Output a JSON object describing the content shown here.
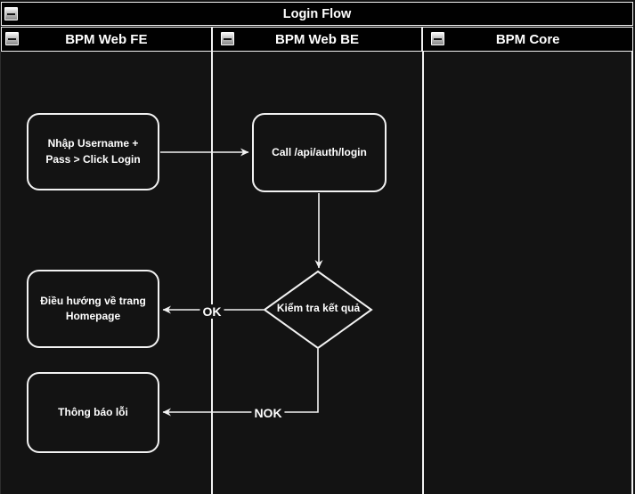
{
  "pool": {
    "title": "Login Flow",
    "collapse_icon": "minus",
    "lanes": [
      {
        "label": "BPM Web FE"
      },
      {
        "label": "BPM Web BE"
      },
      {
        "label": "BPM Core"
      }
    ]
  },
  "nodes": [
    {
      "id": "start",
      "lane": "BPM Web FE",
      "shape": "rounded-rect",
      "label": "Nhập Username + Pass > Click Login"
    },
    {
      "id": "call-api",
      "lane": "BPM Web BE",
      "shape": "rounded-rect",
      "label": "Call /api/auth/login"
    },
    {
      "id": "check",
      "lane": "BPM Web BE",
      "shape": "diamond",
      "label": "Kiểm tra kết quả"
    },
    {
      "id": "homepage",
      "lane": "BPM Web FE",
      "shape": "rounded-rect",
      "label": "Điều hướng về trang Homepage"
    },
    {
      "id": "error",
      "lane": "BPM Web FE",
      "shape": "rounded-rect",
      "label": "Thông báo lỗi"
    }
  ],
  "edges": [
    {
      "from": "start",
      "to": "call-api",
      "label": ""
    },
    {
      "from": "call-api",
      "to": "check",
      "label": ""
    },
    {
      "from": "check",
      "to": "homepage",
      "label": "OK"
    },
    {
      "from": "check",
      "to": "error",
      "label": "NOK"
    }
  ],
  "colors": {
    "canvas": "#131313",
    "header": "#010101",
    "stroke": "#f2f2f2",
    "text": "#ffffff"
  }
}
